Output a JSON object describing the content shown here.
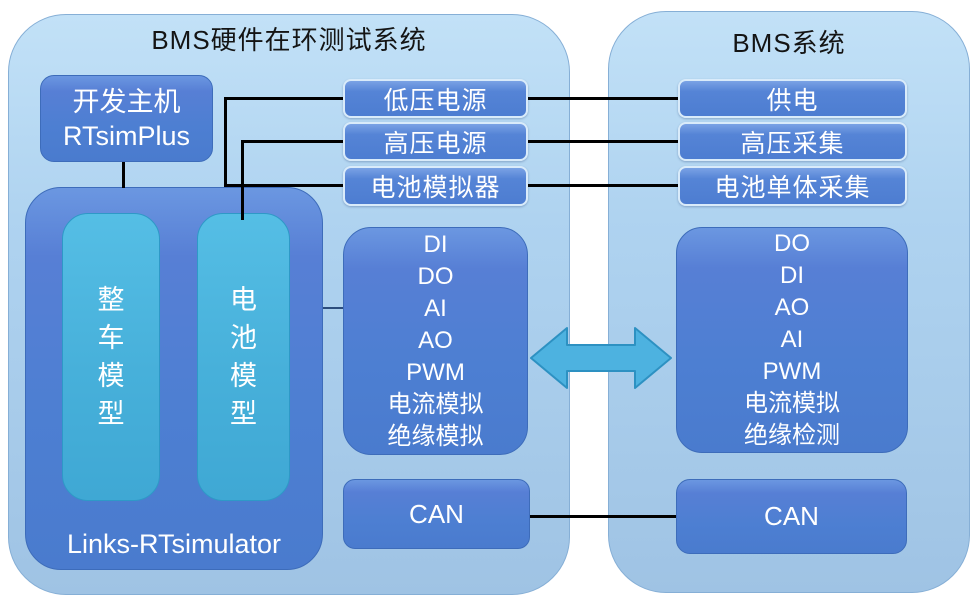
{
  "diagram": {
    "left_panel": {
      "title": "BMS硬件在环测试系统",
      "dev_host_label": "开发主机\nRTsimPlus",
      "vehicle_model_label": "整\n车\n模\n型",
      "battery_model_label": "电\n池\n模\n型",
      "simulator_label": "Links-RTsimulator",
      "power_boxes": [
        "低压电源",
        "高压电源",
        "电池模拟器"
      ],
      "io_list": "DI\nDO\nAI\nAO\nPWM\n电流模拟\n绝缘模拟",
      "can_label": "CAN"
    },
    "right_panel": {
      "title": "BMS系统",
      "signal_boxes": [
        "供电",
        "高压采集",
        "电池单体采集"
      ],
      "io_list": "DO\nDI\nAO\nAI\nPWM\n电流模拟\n绝缘检测",
      "can_label": "CAN"
    },
    "colors": {
      "panel_fill": "#aed0ee",
      "box_blue": "#4d7fd2",
      "box_teal": "#47b0da",
      "arrow_fill": "#4db2e0",
      "connector_line": "#000000",
      "box_text": "#ffffff",
      "title_text": "#141414"
    }
  }
}
